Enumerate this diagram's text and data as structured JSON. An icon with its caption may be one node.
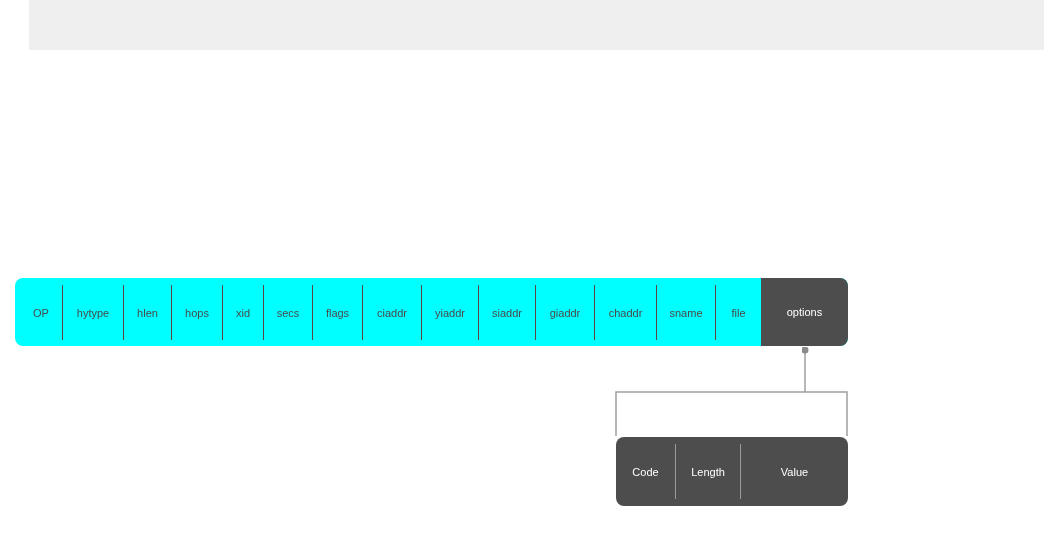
{
  "diagram": {
    "nodes": [
      {
        "text": [],
        "shape": "bar"
      },
      {
        "text": [
          "OP"
        ],
        "in": 0
      },
      {
        "text": [
          "hytype"
        ],
        "in": 0
      },
      {
        "text": [
          "hlen"
        ],
        "in": 0
      },
      {
        "text": [
          "hops"
        ],
        "in": 0
      },
      {
        "text": [
          "xid"
        ],
        "in": 0
      },
      {
        "text": [
          "secs"
        ],
        "in": 0
      },
      {
        "text": [
          "flags"
        ],
        "in": 0
      },
      {
        "text": [
          "ciaddr"
        ],
        "in": 0
      },
      {
        "text": [
          "yiaddr"
        ],
        "in": 0
      },
      {
        "text": [
          "siaddr"
        ],
        "in": 0
      },
      {
        "text": [
          "giaddr"
        ],
        "in": 0
      },
      {
        "text": [
          "chaddr"
        ],
        "in": 0
      },
      {
        "text": [
          "sname"
        ],
        "in": 0
      },
      {
        "text": [
          "file"
        ],
        "in": 0
      },
      {
        "text": [
          "options"
        ],
        "in": 0
      },
      {
        "text": [],
        "shape": "bar"
      },
      {
        "text": [
          "Code"
        ],
        "in": 16
      },
      {
        "text": [
          "Length"
        ],
        "in": 16
      },
      {
        "text": [
          "Value"
        ],
        "in": 16
      }
    ],
    "edges": [
      {
        "from": 15,
        "to": 16,
        "arrow": "other"
      }
    ]
  }
}
